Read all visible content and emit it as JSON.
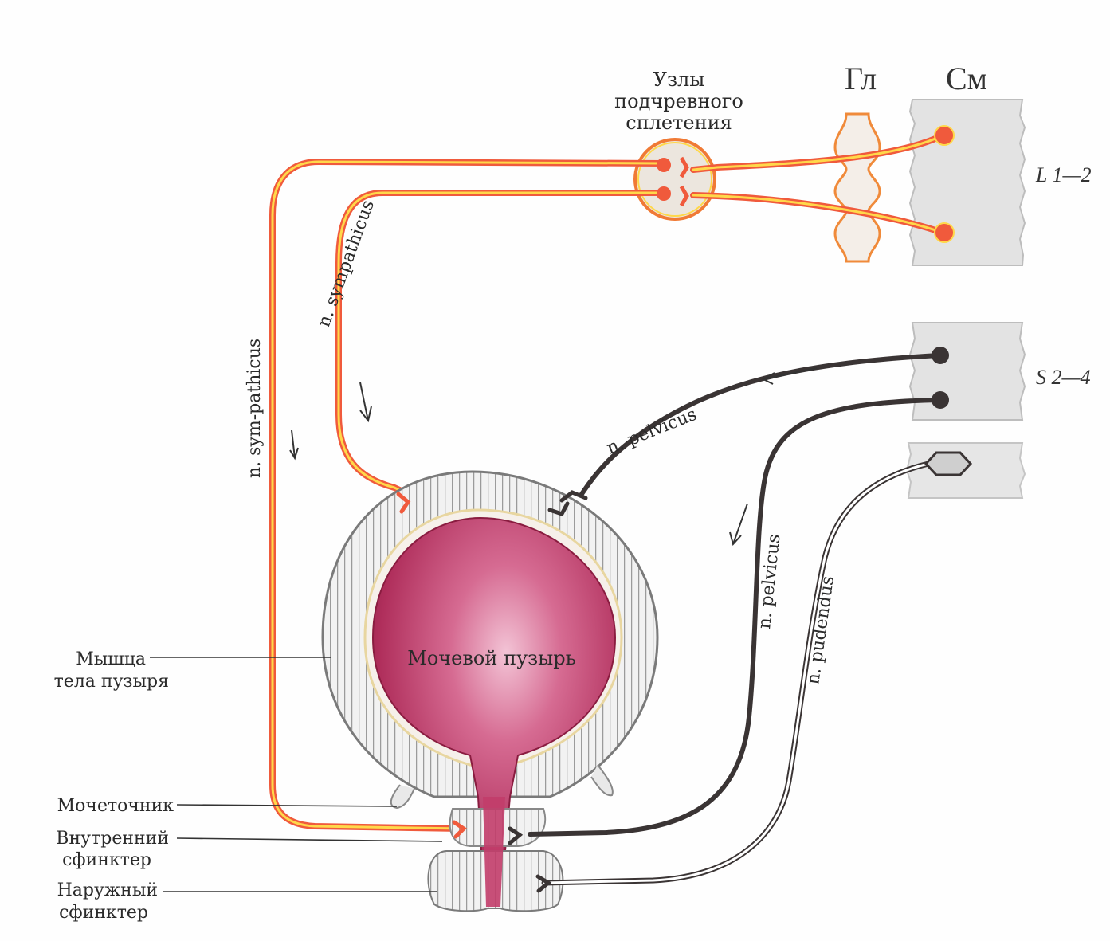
{
  "labels": {
    "ganglia_title": [
      "Узлы",
      "подчревного",
      "сплетения"
    ],
    "gl": "Гл",
    "sm": "См",
    "segment_lumbar": "L 1—2",
    "segment_sacral": "S 2—4",
    "sympathicus_outer": "n. sym-pathicus",
    "sympathicus_inner": "n. sympathicus",
    "pelvicus_upper": "n. pelvicus",
    "pelvicus_lower": "n. pelvicus",
    "pudendus": "n. pudendus",
    "bladder": "Мочевой пузырь",
    "muscle": [
      "Мышца",
      "тела пузыря"
    ],
    "ureter": "Мочеточник",
    "internal_sphincter": [
      "Внутренний",
      "сфинктер"
    ],
    "external_sphincter": [
      "Наружный",
      "сфинктер"
    ]
  },
  "colors": {
    "sympathetic_outer": "#f05a3c",
    "sympathetic_inner": "#ffd84a",
    "parasympathetic": "#3a3434",
    "bladder_lumen": "#c23d6a",
    "spinal_cord": "#e2e2e2"
  }
}
